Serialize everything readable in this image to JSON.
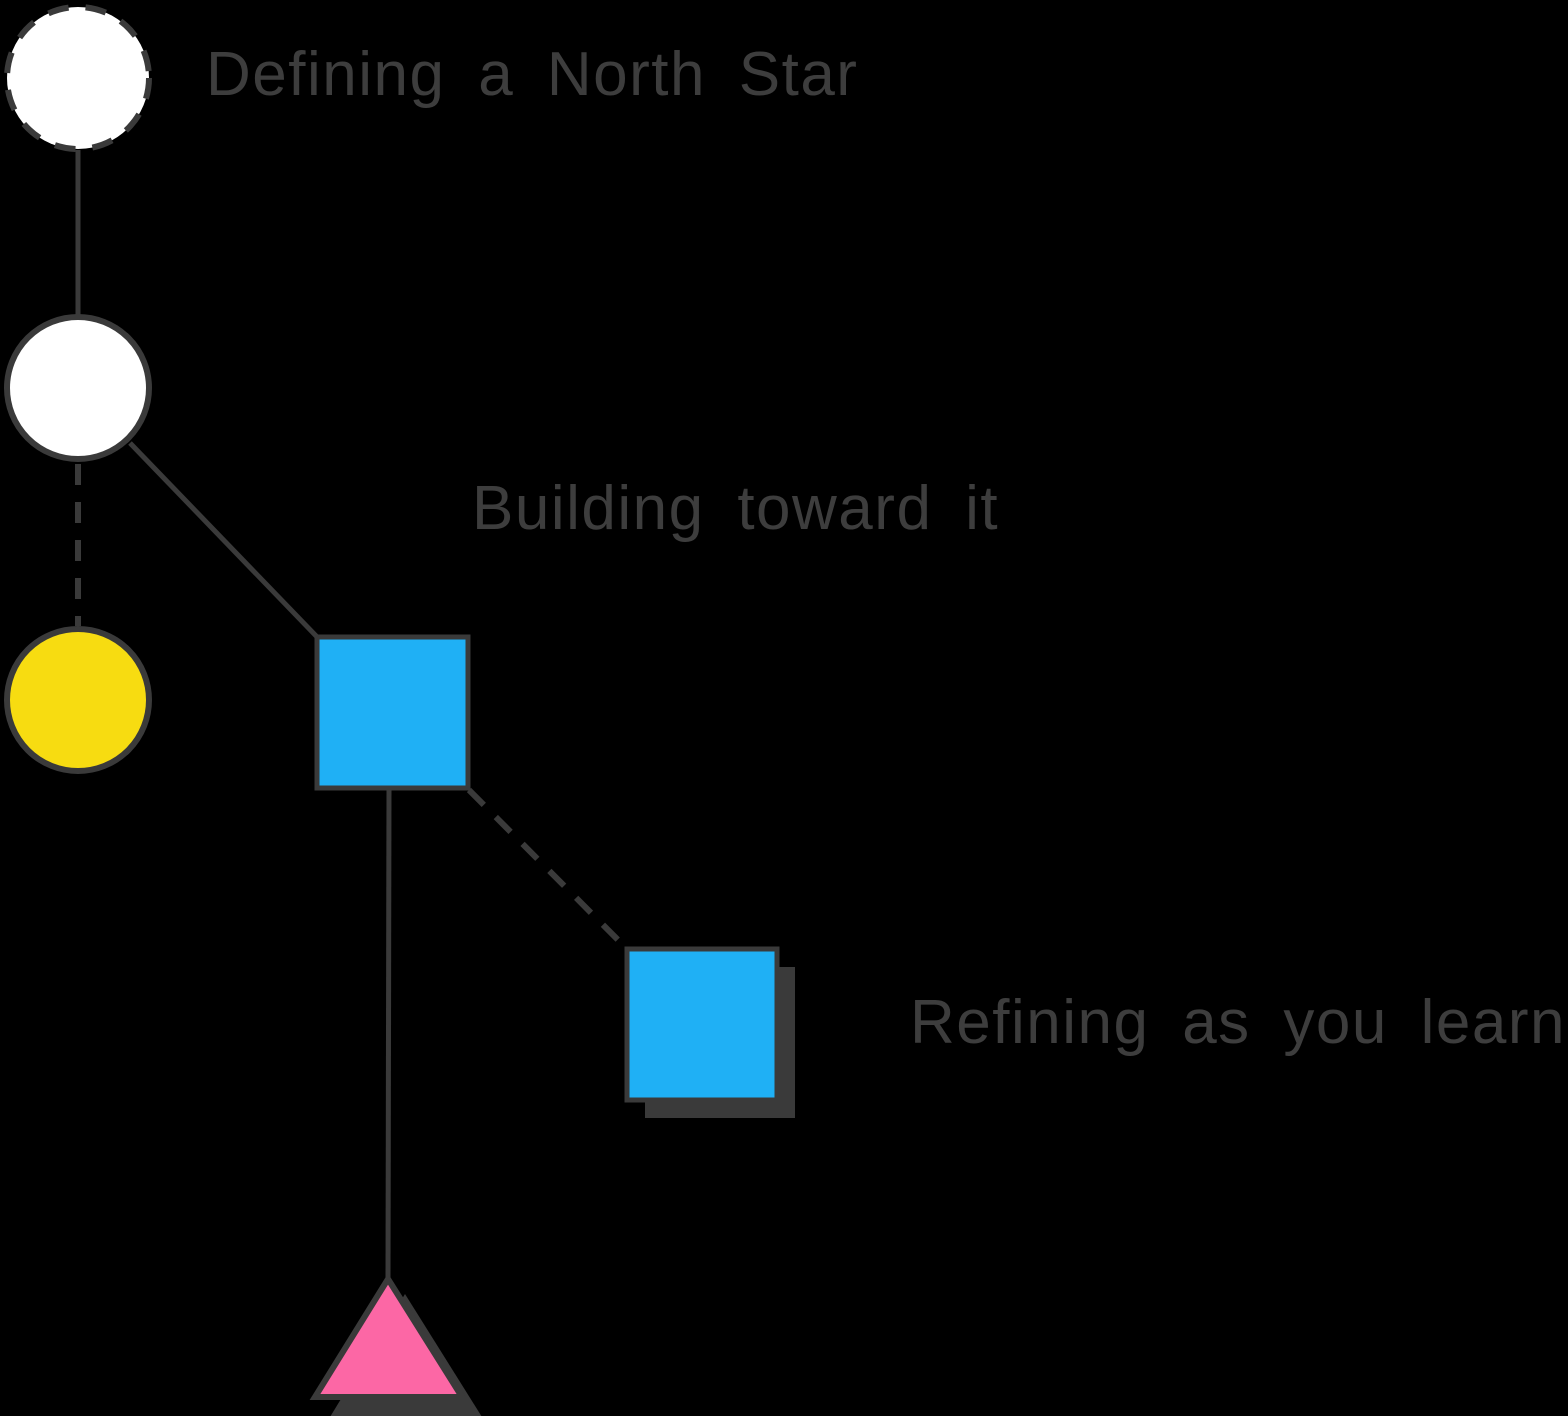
{
  "labels": {
    "north_star": "Defining a North Star",
    "building": "Building toward it",
    "refining": "Refining as you learn"
  },
  "colors": {
    "background": "#000000",
    "stroke": "#3a3a3a",
    "shadow": "#3a3a3a",
    "text": "#3d3d3d",
    "white": "#ffffff",
    "yellow": "#f7dc11",
    "blue": "#1fb0f5",
    "pink": "#fc67a5"
  },
  "diagram": {
    "nodes": [
      {
        "id": "north-star-circle",
        "shape": "circle",
        "outline": "dashed",
        "fill": "white",
        "label": "Defining a North Star"
      },
      {
        "id": "white-circle",
        "shape": "circle",
        "outline": "solid",
        "fill": "white"
      },
      {
        "id": "yellow-circle",
        "shape": "circle",
        "outline": "solid",
        "fill": "yellow"
      },
      {
        "id": "blue-square-1",
        "shape": "square",
        "outline": "solid",
        "fill": "blue",
        "label": "Building toward it"
      },
      {
        "id": "blue-square-2",
        "shape": "square",
        "outline": "solid",
        "fill": "blue",
        "shadow": true,
        "label": "Refining as you learn"
      },
      {
        "id": "pink-triangle",
        "shape": "triangle",
        "outline": "solid",
        "fill": "pink",
        "shadow": true
      }
    ],
    "edges": [
      {
        "from": "north-star-circle",
        "to": "white-circle",
        "style": "solid"
      },
      {
        "from": "white-circle",
        "to": "yellow-circle",
        "style": "dashed"
      },
      {
        "from": "white-circle",
        "to": "blue-square-1",
        "style": "solid"
      },
      {
        "from": "blue-square-1",
        "to": "pink-triangle",
        "style": "solid"
      },
      {
        "from": "blue-square-1",
        "to": "blue-square-2",
        "style": "dashed"
      }
    ]
  }
}
